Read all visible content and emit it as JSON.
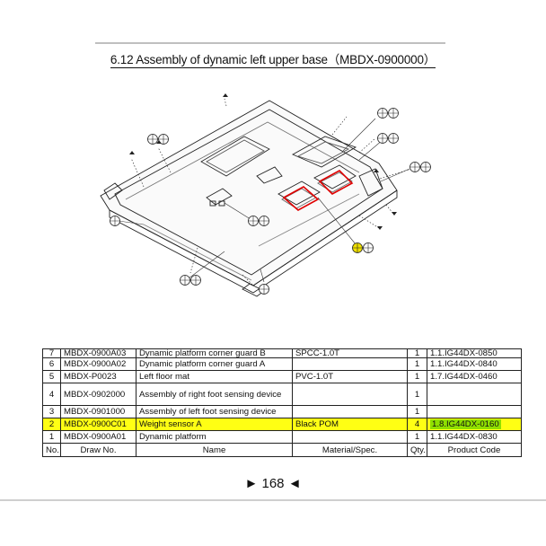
{
  "title": "6.12 Assembly of dynamic left upper base（MBDX-0900000）",
  "table": {
    "headers": [
      "No.",
      "Draw No.",
      "Name",
      "Material/Spec.",
      "Qty.",
      "Product Code"
    ],
    "rows": [
      {
        "no": "7",
        "draw": "MBDX-0900A03",
        "name": "Dynamic platform corner guard B",
        "material": "SPCC-1.0T",
        "qty": "1",
        "code": "1.1.IG44DX-0850"
      },
      {
        "no": "6",
        "draw": "MBDX-0900A02",
        "name": "Dynamic platform corner guard A",
        "material": "",
        "qty": "1",
        "code": "1.1.IG44DX-0840"
      },
      {
        "no": "5",
        "draw": "MBDX-P0023",
        "name": "Left floor mat",
        "material": "PVC-1.0T",
        "qty": "1",
        "code": "1.7.IG44DX-0460"
      },
      {
        "no": "4",
        "draw": "MBDX-0902000",
        "name": "Assembly of right foot sensing device",
        "material": "",
        "qty": "1",
        "code": ""
      },
      {
        "no": "3",
        "draw": "MBDX-0901000",
        "name": "Assembly of left foot sensing device",
        "material": "",
        "qty": "1",
        "code": ""
      },
      {
        "no": "2",
        "draw": "MBDX-0900C01",
        "name": "Weight sensor A",
        "material": "Black POM",
        "qty": "4",
        "code": "1.8.IG44DX-0160"
      },
      {
        "no": "1",
        "draw": "MBDX-0900A01",
        "name": "Dynamic platform",
        "material": "",
        "qty": "1",
        "code": "1.1.IG44DX-0830"
      }
    ]
  },
  "page_number": "168",
  "page_arrows": {
    "left": "►",
    "right": "◄"
  },
  "colors": {
    "highlight_row": "#ffff14",
    "highlight_code": "#8fe000",
    "callout_highlight": "#f0e000",
    "sensor_box": "#e00000"
  }
}
